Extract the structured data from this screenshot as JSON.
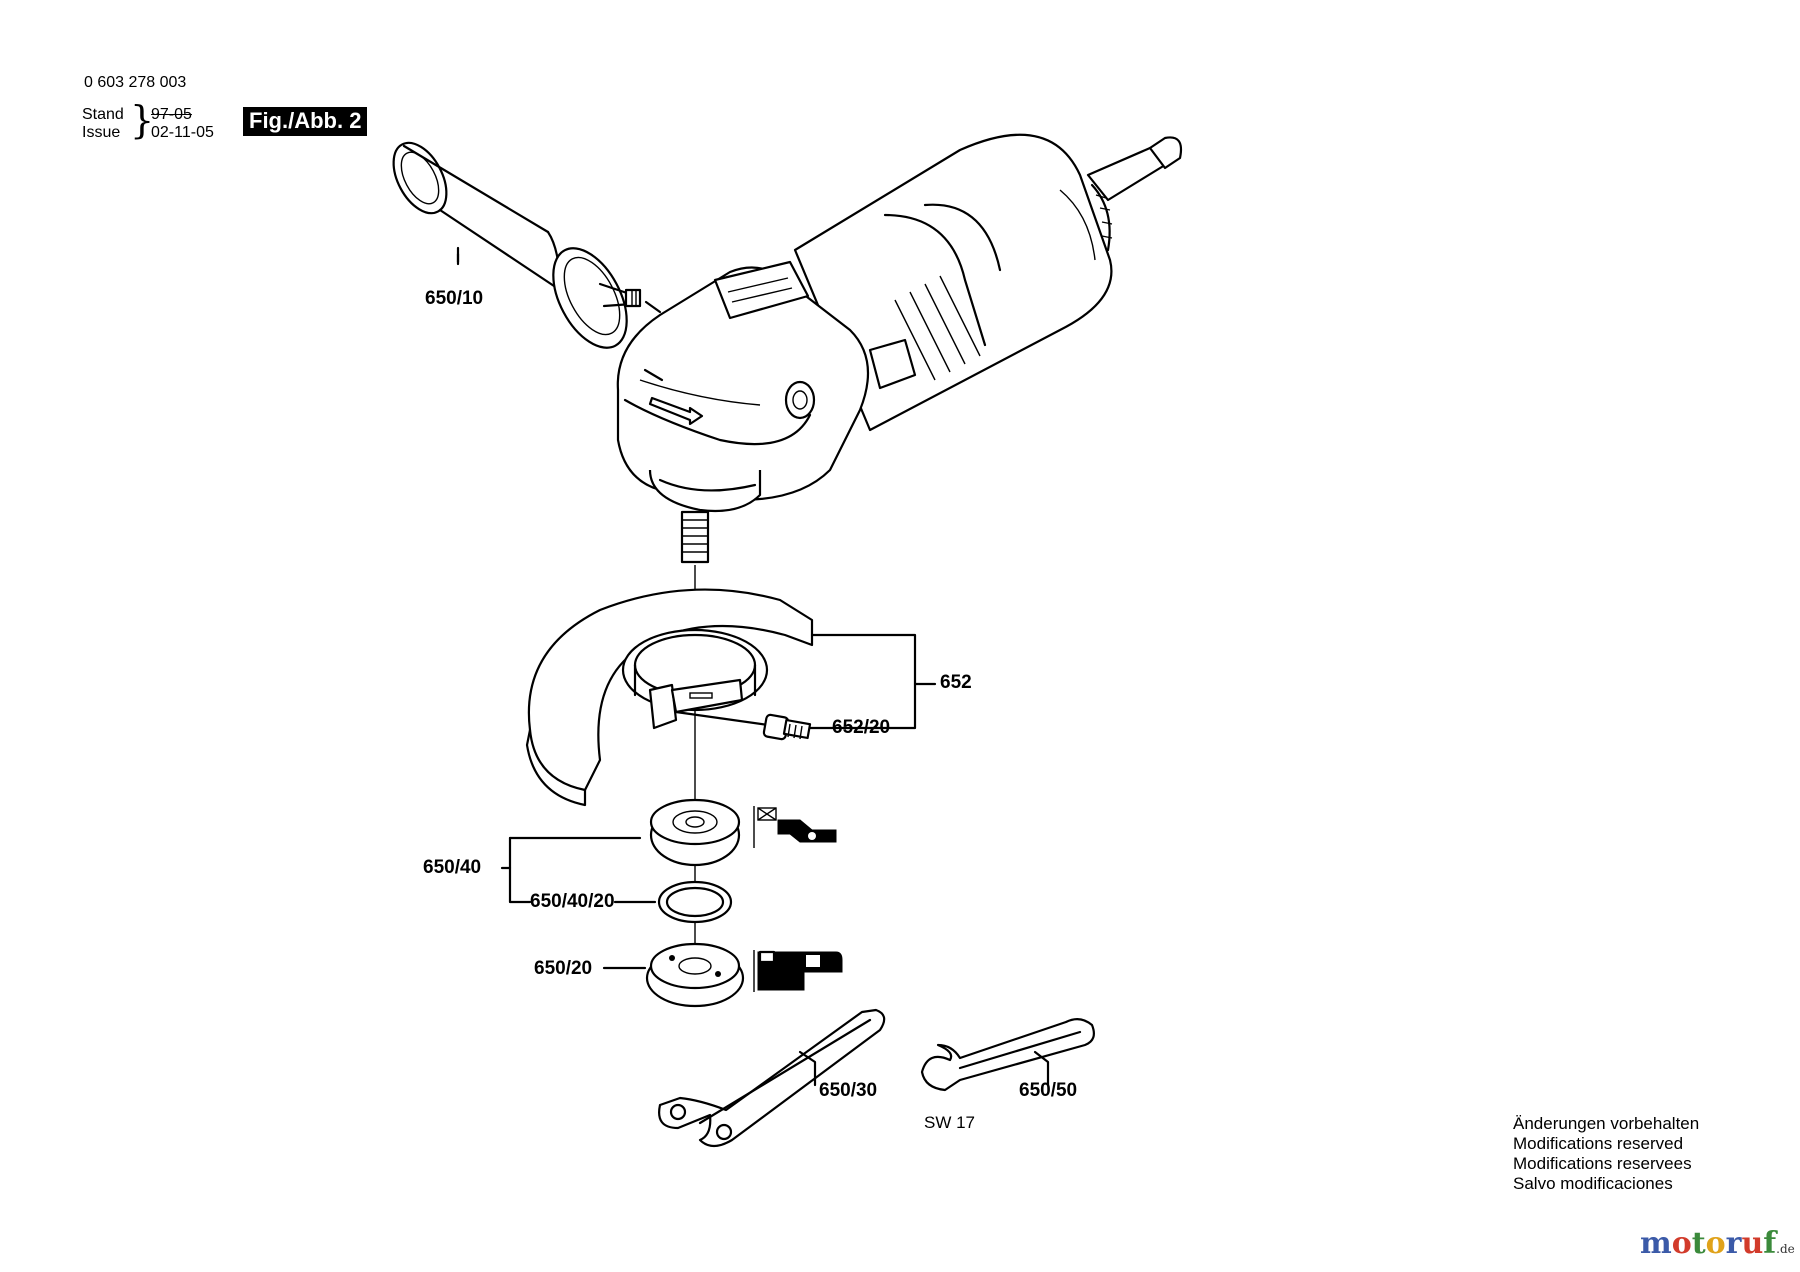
{
  "header": {
    "part_number": "0 603 278 003",
    "stand_label": "Stand",
    "issue_label": "Issue",
    "stand_date_struck": "97-05",
    "issue_date": "02-11-05",
    "figure_label": "Fig./Abb. 2"
  },
  "callouts": {
    "handle": "650/10",
    "guard_assembly": "652",
    "guard_screw": "652/20",
    "flange_assembly": "650/40",
    "o_ring": "650/40/20",
    "clamping_nut": "650/20",
    "pin_spanner": "650/30",
    "open_spanner": "650/50",
    "spanner_size": "SW 17"
  },
  "notes": [
    "Änderungen vorbehalten",
    "Modifications reserved",
    "Modifications reservees",
    "Salvo modificaciones"
  ],
  "logo": {
    "letters": [
      "m",
      "o",
      "t",
      "o",
      "r",
      "u",
      "f"
    ],
    "letter_colors": [
      "#3b5aa8",
      "#d23b2b",
      "#3b8a3b",
      "#e0a21a",
      "#3b5aa8",
      "#d23b2b",
      "#3b8a3b"
    ],
    "suffix": ".de"
  }
}
